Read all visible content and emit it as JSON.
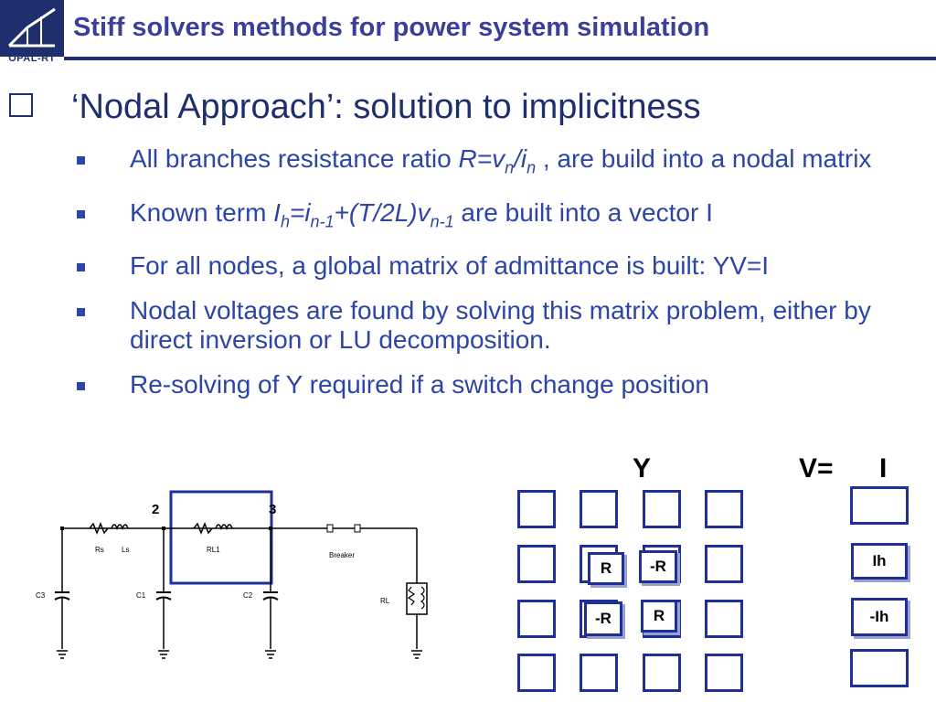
{
  "header": {
    "logo_text": "OPAL-RT",
    "title": "Stiff solvers methods for power system simulation"
  },
  "section": {
    "heading": "‘Nodal Approach’: solution to implicitness"
  },
  "bullets": [
    {
      "pre": "All branches resistance ratio ",
      "eq": "R=v",
      "sub1": "n",
      "mid": "/i",
      "sub2": "n",
      "post": " , are build into a nodal matrix"
    },
    {
      "pre": "Known term ",
      "eq": "I",
      "sub1": "h",
      "mid": "=i",
      "sub2": "n-1",
      "mid2": "+(T/2L)v",
      "sub3": "n-1",
      "post": "  are built into a vector I"
    },
    {
      "text": "For all nodes, a global matrix of admittance is built: YV=I"
    },
    {
      "text": "Nodal voltages are found by solving this matrix problem, either by direct inversion or LU decomposition."
    },
    {
      "text": "Re-solving of Y required if a switch change position"
    }
  ],
  "circuit": {
    "node_left": "2",
    "node_right": "3",
    "labels": {
      "rs": "Rs",
      "ls": "Ls",
      "rl1": "RL1",
      "breaker": "Breaker",
      "c3": "C3",
      "c1": "C1",
      "c2": "C2",
      "rl": "RL"
    }
  },
  "matrix": {
    "y_label": "Y",
    "v_label": "V=",
    "i_label": "I",
    "r": "R",
    "neg_r": "-R",
    "ih": "Ih",
    "neg_ih": "-Ih"
  }
}
